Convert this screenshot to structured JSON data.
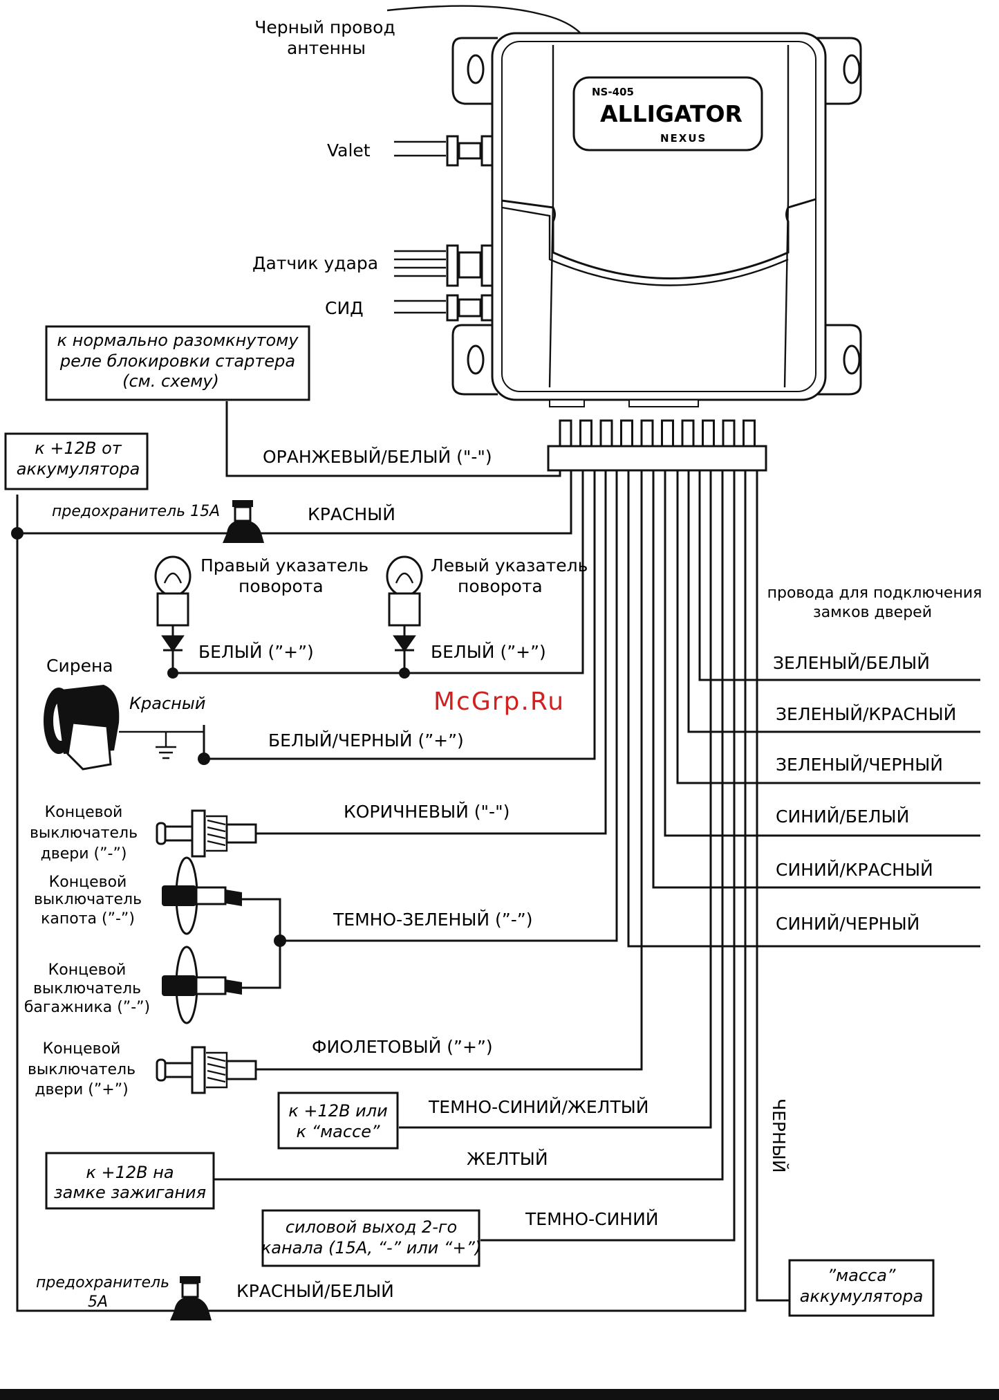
{
  "module": {
    "model": "NS-405",
    "brand": "ALLIGATOR",
    "series": "NEXUS"
  },
  "left_connectors": {
    "antenna": "Черный провод\nантенны",
    "valet": "Valet",
    "shock_sensor": "Датчик удара",
    "led": "СИД"
  },
  "boxes": {
    "starter_relay": [
      "к нормально разомкнутому",
      "реле блокировки стартера",
      "(см. схему)"
    ],
    "battery_plus": [
      "к +12В от",
      "аккумулятора"
    ],
    "plus12_or_ground": [
      "к +12В или",
      "к “массе”"
    ],
    "ignition": [
      "к +12В на",
      "замке зажигания"
    ],
    "channel2": [
      "силовой выход 2-го",
      "канала (15А, “-” или “+”)"
    ],
    "battery_ground": [
      "”масса”",
      "аккумулятора"
    ]
  },
  "fuses": {
    "fuse15": "предохранитель 15А",
    "fuse5": [
      "предохранитель",
      "5А"
    ]
  },
  "wires": {
    "orange_white": "ОРАНЖЕВЫЙ/БЕЛЫЙ (\"-\")",
    "red": "КРАСНЫЙ",
    "white1": "БЕЛЫЙ (”+”)",
    "white2": "БЕЛЫЙ (”+”)",
    "white_black": "БЕЛЫЙ/ЧЕРНЫЙ (”+”)",
    "brown": "КОРИЧНЕВЫЙ (\"-\")",
    "dark_green": "ТЕМНО-ЗЕЛЕНЫЙ (”-”)",
    "violet": "ФИОЛЕТОВЫЙ (”+”)",
    "dark_blue_yellow": "ТЕМНО-СИНИЙ/ЖЕЛТЫЙ",
    "yellow": "ЖЕЛТЫЙ",
    "dark_blue": "ТЕМНО-СИНИЙ",
    "red_white": "КРАСНЫЙ/БЕЛЫЙ",
    "black": "ЧЕРНЫЙ"
  },
  "devices": {
    "right_turn": [
      "Правый указатель",
      "поворота"
    ],
    "left_turn": [
      "Левый указатель",
      "поворота"
    ],
    "siren": "Сирена",
    "siren_red": "Красный",
    "door_minus": [
      "Концевой",
      "выключатель",
      "двери (”-”)"
    ],
    "hood": [
      "Концевой",
      "выключатель",
      "капота (”-”)"
    ],
    "trunk": [
      "Концевой",
      "выключатель",
      "багажника (”-”)"
    ],
    "door_plus": [
      "Концевой",
      "выключатель",
      "двери (”+”)"
    ]
  },
  "door_locks": {
    "title": [
      "провода для подключения",
      "замков дверей"
    ],
    "items": [
      "ЗЕЛЕНЫЙ/БЕЛЫЙ",
      "ЗЕЛЕНЫЙ/КРАСНЫЙ",
      "ЗЕЛЕНЫЙ/ЧЕРНЫЙ",
      "СИНИЙ/БЕЛЫЙ",
      "СИНИЙ/КРАСНЫЙ",
      "СИНИЙ/ЧЕРНЫЙ"
    ]
  },
  "watermark": "McGrp.Ru"
}
